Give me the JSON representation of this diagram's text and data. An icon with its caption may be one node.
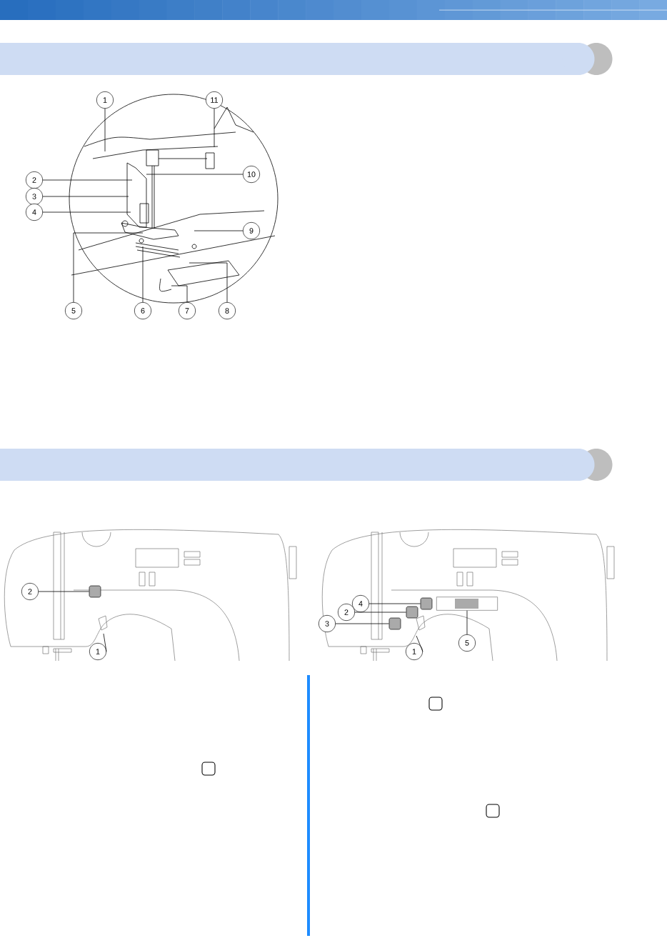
{
  "diagram": {
    "nodes": [
      {
        "text": [
          "1"
        ]
      },
      {
        "text": [
          "11"
        ]
      },
      {
        "text": [
          "2"
        ]
      },
      {
        "text": [
          "10"
        ]
      },
      {
        "text": [
          "3"
        ]
      },
      {
        "text": [
          "4"
        ]
      },
      {
        "text": [
          "9"
        ]
      },
      {
        "text": [
          "5"
        ]
      },
      {
        "text": [
          "6"
        ]
      },
      {
        "text": [
          "7"
        ]
      },
      {
        "text": [
          "8"
        ]
      },
      {
        "text": [
          "2"
        ]
      },
      {
        "text": [
          "1"
        ]
      },
      {
        "text": [
          "4"
        ]
      },
      {
        "text": [
          "2"
        ]
      },
      {
        "text": [
          "3"
        ]
      },
      {
        "text": [
          "1"
        ]
      },
      {
        "text": [
          "5"
        ]
      },
      {
        "text": [],
        "shape": "box"
      },
      {
        "text": [],
        "shape": "box"
      },
      {
        "text": [],
        "shape": "box"
      },
      {
        "text": [],
        "shape": "box"
      },
      {
        "text": [],
        "shape": "bar"
      }
    ],
    "edges": [
      {
        "from": 0,
        "to": null,
        "arrow": "none"
      },
      {
        "from": 1,
        "to": null,
        "arrow": "none"
      },
      {
        "from": 2,
        "to": null,
        "arrow": "none"
      },
      {
        "from": 3,
        "to": null,
        "arrow": "none"
      },
      {
        "from": 4,
        "to": null,
        "arrow": "none"
      },
      {
        "from": 5,
        "to": null,
        "arrow": "none"
      },
      {
        "from": 6,
        "to": null,
        "arrow": "none"
      },
      {
        "from": 7,
        "to": null,
        "arrow": "none"
      },
      {
        "from": 8,
        "to": null,
        "arrow": "none"
      },
      {
        "from": 9,
        "to": null,
        "arrow": "none"
      },
      {
        "from": 10,
        "to": null,
        "arrow": "none"
      },
      {
        "from": 11,
        "to": 18,
        "arrow": "none"
      },
      {
        "from": 12,
        "to": null,
        "arrow": "none"
      },
      {
        "from": 13,
        "to": 19,
        "arrow": "none"
      },
      {
        "from": 14,
        "to": 20,
        "arrow": "none"
      },
      {
        "from": 15,
        "to": 21,
        "arrow": "none"
      },
      {
        "from": 16,
        "to": null,
        "arrow": "none"
      },
      {
        "from": 17,
        "to": 22,
        "arrow": "none"
      }
    ]
  }
}
